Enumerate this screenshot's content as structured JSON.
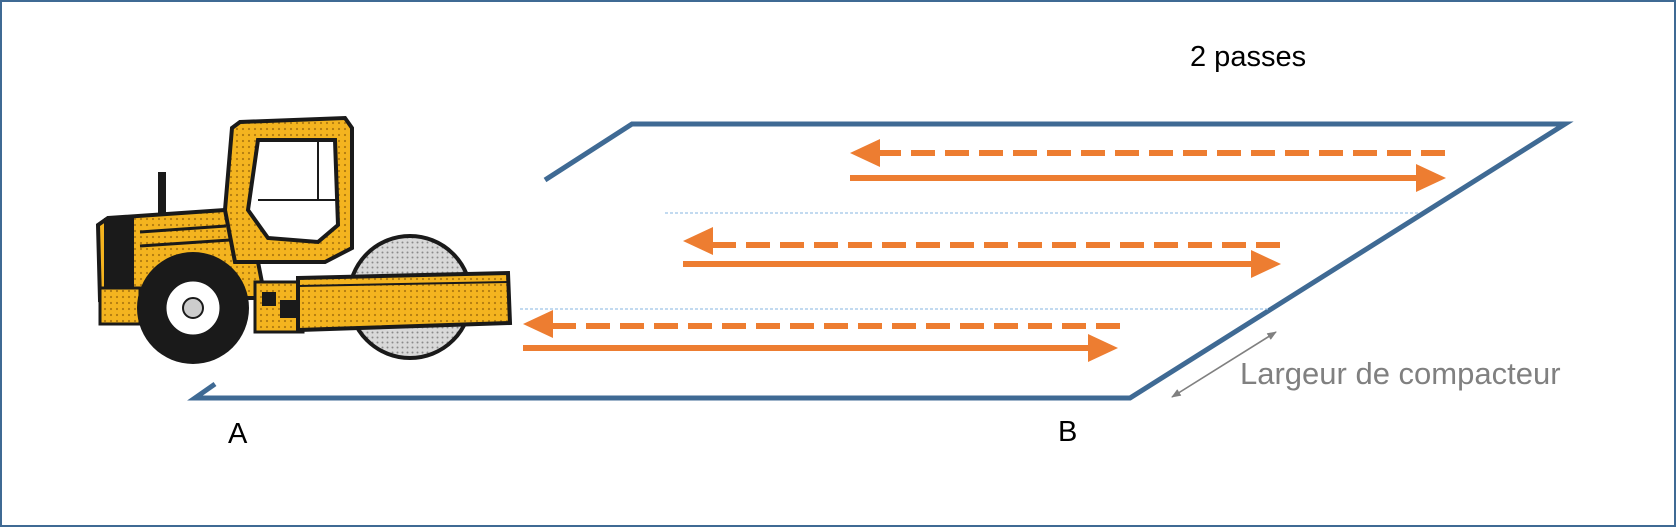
{
  "diagram": {
    "title": "2 passes",
    "point_a": "A",
    "point_b": "B",
    "width_label": "Largeur de compacteur",
    "colors": {
      "outline": "#3f6a94",
      "arrow": "#ed7d31",
      "lane_divider": "#9dc3e6",
      "roller_body": "#f2b21c",
      "dimension": "#808080"
    },
    "lanes": [
      {
        "forward": "A→B",
        "return": "B→A"
      },
      {
        "forward": "A→B",
        "return": "B→A"
      },
      {
        "forward": "A→B",
        "return": "B→A"
      }
    ],
    "icons": [
      "road-roller-icon"
    ]
  }
}
